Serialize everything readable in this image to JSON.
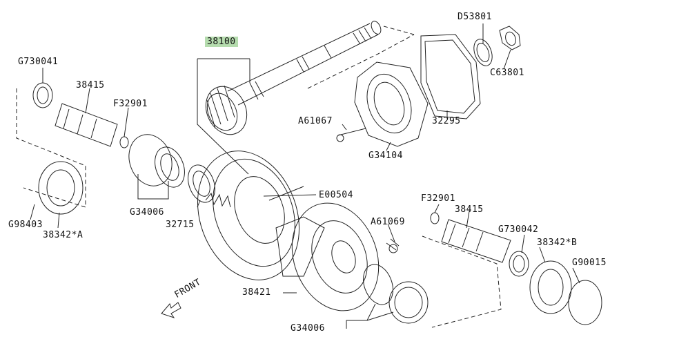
{
  "labels": {
    "p38100": "38100",
    "d53801": "D53801",
    "c63801": "C63801",
    "p32295": "32295",
    "a61067": "A61067",
    "g34104": "G34104",
    "g730041": "G730041",
    "p38415_a": "38415",
    "f32901_a": "F32901",
    "g34006_a": "G34006",
    "g98403": "G98403",
    "p38342_a": "38342*A",
    "p32715": "32715",
    "e00504": "E00504",
    "a61069": "A61069",
    "f32901_b": "F32901",
    "p38415_b": "38415",
    "g730042": "G730042",
    "p38342_b": "38342*B",
    "g90015": "G90015",
    "p38421": "38421",
    "g34006_b": "G34006",
    "front": "FRONT"
  },
  "highlight_color": "#b5dcae"
}
